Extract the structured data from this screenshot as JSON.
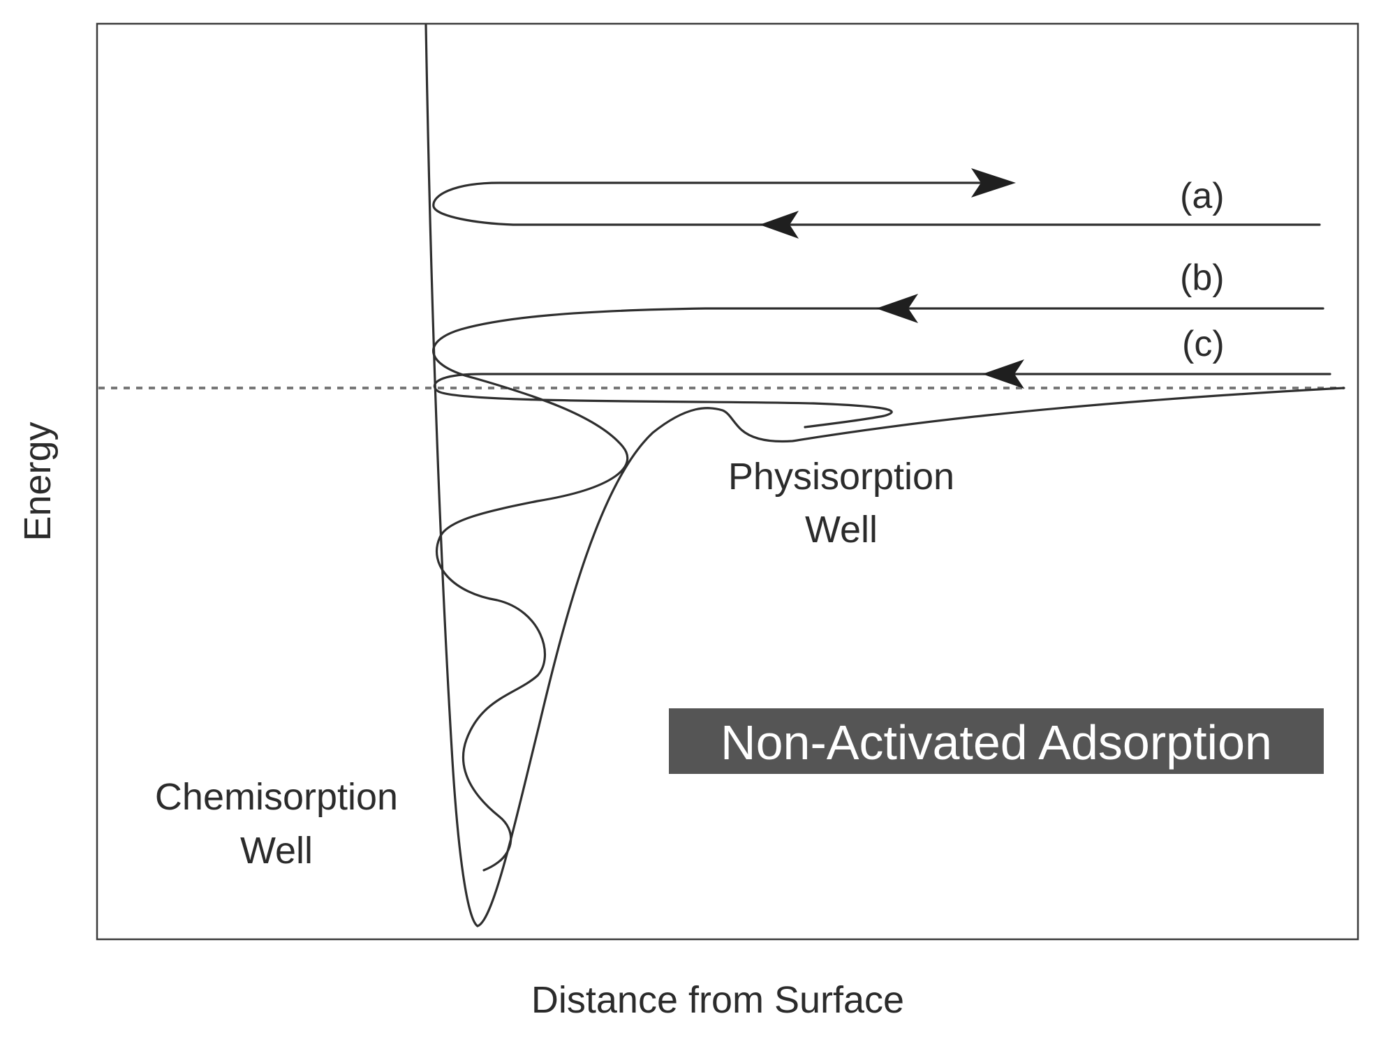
{
  "diagram": {
    "banner": "Non-Activated Adsorption",
    "axes": {
      "x_label": "Distance from Surface",
      "y_label": "Energy"
    },
    "wells": {
      "physisorption_line1": "Physisorption",
      "physisorption_line2": "Well",
      "chemisorption_line1": "Chemisorption",
      "chemisorption_line2": "Well"
    },
    "trajectories": [
      {
        "id": "a",
        "label": "(a)"
      },
      {
        "id": "b",
        "label": "(b)"
      },
      {
        "id": "c",
        "label": "(c)"
      }
    ],
    "colors": {
      "line": "#2e2e2e",
      "baseline": "#777777",
      "banner_bg": "#555555",
      "banner_text": "#ffffff"
    }
  }
}
